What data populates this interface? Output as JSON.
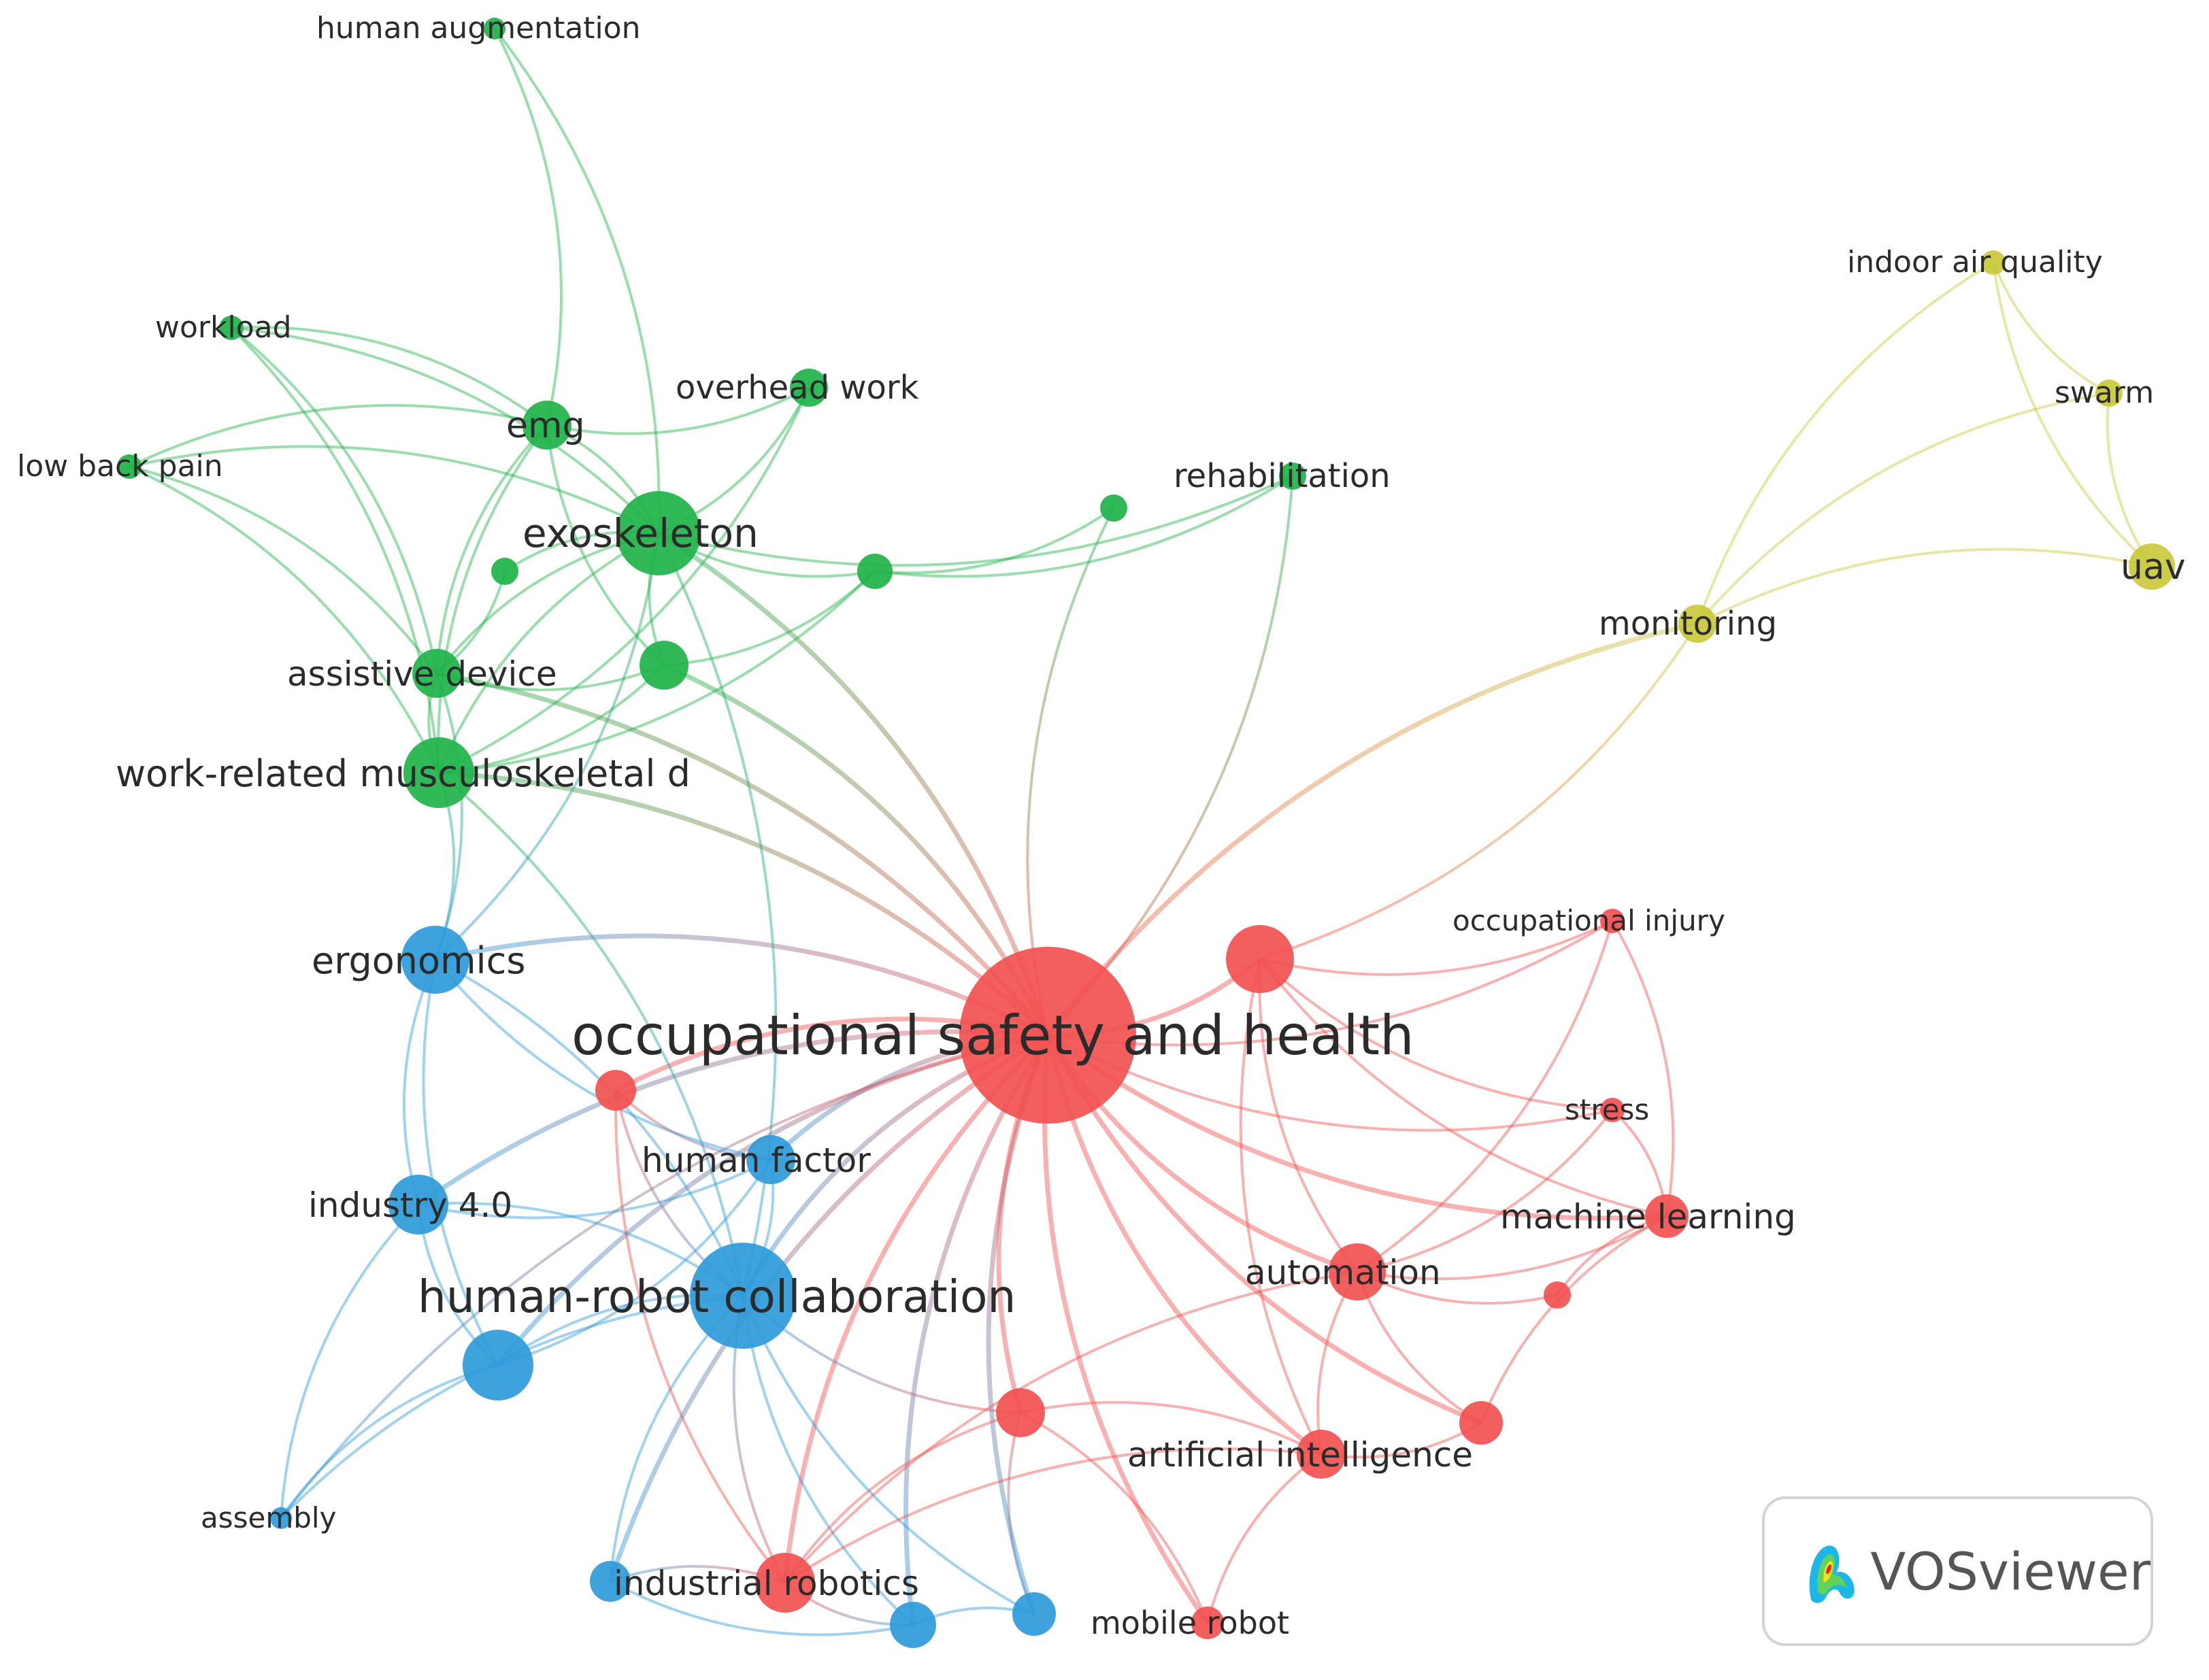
{
  "clusters": {
    "red": {
      "color": "#f25050"
    },
    "green": {
      "color": "#1fb34a"
    },
    "blue": {
      "color": "#2e9ad9"
    },
    "yellow": {
      "color": "#c9c93a"
    }
  },
  "nodes": [
    {
      "id": "osh",
      "label": "occupational safety and health",
      "cluster": "red",
      "weight": 10
    },
    {
      "id": "hrc",
      "label": "human-robot collaboration",
      "cluster": "blue",
      "weight": 7
    },
    {
      "id": "exo",
      "label": "exoskeleton",
      "cluster": "green",
      "weight": 6
    },
    {
      "id": "wmsd",
      "label": "work-related musculoskeletal d",
      "cluster": "green",
      "weight": 5
    },
    {
      "id": "ergo",
      "label": "ergonomics",
      "cluster": "blue",
      "weight": 5
    },
    {
      "id": "ind4",
      "label": "industry 4.0",
      "cluster": "blue",
      "weight": 4
    },
    {
      "id": "hf",
      "label": "human factor",
      "cluster": "blue",
      "weight": 3
    },
    {
      "id": "blue_big",
      "label": "",
      "cluster": "blue",
      "weight": 5
    },
    {
      "id": "asm",
      "label": "assembly",
      "cluster": "blue",
      "weight": 1
    },
    {
      "id": "blue_a",
      "label": "",
      "cluster": "blue",
      "weight": 2
    },
    {
      "id": "blue_b",
      "label": "",
      "cluster": "blue",
      "weight": 3
    },
    {
      "id": "blue_c",
      "label": "",
      "cluster": "blue",
      "weight": 3
    },
    {
      "id": "emg",
      "label": "emg",
      "cluster": "green",
      "weight": 3
    },
    {
      "id": "ohw",
      "label": "overhead work",
      "cluster": "green",
      "weight": 2
    },
    {
      "id": "ad",
      "label": "assistive device",
      "cluster": "green",
      "weight": 3
    },
    {
      "id": "wl",
      "label": "workload",
      "cluster": "green",
      "weight": 1
    },
    {
      "id": "lbp",
      "label": "low back pain",
      "cluster": "green",
      "weight": 1
    },
    {
      "id": "ha",
      "label": "human augmentation",
      "cluster": "green",
      "weight": 1
    },
    {
      "id": "rehab",
      "label": "rehabilitation",
      "cluster": "green",
      "weight": 1
    },
    {
      "id": "g1",
      "label": "",
      "cluster": "green",
      "weight": 1
    },
    {
      "id": "g2",
      "label": "",
      "cluster": "green",
      "weight": 2
    },
    {
      "id": "g3",
      "label": "",
      "cluster": "green",
      "weight": 3
    },
    {
      "id": "g4",
      "label": "",
      "cluster": "green",
      "weight": 1
    },
    {
      "id": "r_big",
      "label": "",
      "cluster": "red",
      "weight": 5
    },
    {
      "id": "oi",
      "label": "occupational injury",
      "cluster": "red",
      "weight": 1
    },
    {
      "id": "stress",
      "label": "stress",
      "cluster": "red",
      "weight": 1
    },
    {
      "id": "ml",
      "label": "machine learning",
      "cluster": "red",
      "weight": 3
    },
    {
      "id": "auto",
      "label": "automation",
      "cluster": "red",
      "weight": 4
    },
    {
      "id": "r_sm",
      "label": "",
      "cluster": "red",
      "weight": 1
    },
    {
      "id": "ai",
      "label": "artificial intelligence",
      "cluster": "red",
      "weight": 3
    },
    {
      "id": "r_ai2",
      "label": "",
      "cluster": "red",
      "weight": 3
    },
    {
      "id": "r_mid",
      "label": "",
      "cluster": "red",
      "weight": 3
    },
    {
      "id": "r_left",
      "label": "",
      "cluster": "red",
      "weight": 2
    },
    {
      "id": "ir",
      "label": "industrial robotics",
      "cluster": "red",
      "weight": 4
    },
    {
      "id": "mr",
      "label": "mobile robot",
      "cluster": "red",
      "weight": 1
    },
    {
      "id": "iaq",
      "label": "indoor air quality",
      "cluster": "yellow",
      "weight": 1
    },
    {
      "id": "swarm",
      "label": "swarm",
      "cluster": "yellow",
      "weight": 1
    },
    {
      "id": "uav",
      "label": "uav",
      "cluster": "yellow",
      "weight": 3
    },
    {
      "id": "mon",
      "label": "monitoring",
      "cluster": "yellow",
      "weight": 2
    }
  ],
  "edges": [
    [
      "osh",
      "hrc"
    ],
    [
      "osh",
      "exo"
    ],
    [
      "osh",
      "wmsd"
    ],
    [
      "osh",
      "ergo"
    ],
    [
      "osh",
      "ind4"
    ],
    [
      "osh",
      "hf"
    ],
    [
      "osh",
      "blue_big"
    ],
    [
      "osh",
      "r_big"
    ],
    [
      "osh",
      "oi"
    ],
    [
      "osh",
      "stress"
    ],
    [
      "osh",
      "ml"
    ],
    [
      "osh",
      "auto"
    ],
    [
      "osh",
      "ai"
    ],
    [
      "osh",
      "r_ai2"
    ],
    [
      "osh",
      "r_mid"
    ],
    [
      "osh",
      "r_left"
    ],
    [
      "osh",
      "ir"
    ],
    [
      "osh",
      "mr"
    ],
    [
      "osh",
      "rehab"
    ],
    [
      "osh",
      "g3"
    ],
    [
      "osh",
      "ad"
    ],
    [
      "osh",
      "blue_a"
    ],
    [
      "osh",
      "blue_b"
    ],
    [
      "osh",
      "blue_c"
    ],
    [
      "osh",
      "asm"
    ],
    [
      "hrc",
      "ergo"
    ],
    [
      "hrc",
      "ind4"
    ],
    [
      "hrc",
      "hf"
    ],
    [
      "hrc",
      "blue_big"
    ],
    [
      "hrc",
      "ir"
    ],
    [
      "hrc",
      "r_mid"
    ],
    [
      "hrc",
      "blue_a"
    ],
    [
      "hrc",
      "blue_b"
    ],
    [
      "hrc",
      "blue_c"
    ],
    [
      "hrc",
      "exo"
    ],
    [
      "hrc",
      "wmsd"
    ],
    [
      "hrc",
      "asm"
    ],
    [
      "ergo",
      "ind4"
    ],
    [
      "ergo",
      "wmsd"
    ],
    [
      "ergo",
      "blue_big"
    ],
    [
      "ergo",
      "exo"
    ],
    [
      "ergo",
      "hf"
    ],
    [
      "ergo",
      "ad"
    ],
    [
      "ind4",
      "blue_big"
    ],
    [
      "ind4",
      "asm"
    ],
    [
      "ind4",
      "hf"
    ],
    [
      "blue_big",
      "asm"
    ],
    [
      "blue_big",
      "hf"
    ],
    [
      "exo",
      "wmsd"
    ],
    [
      "exo",
      "emg"
    ],
    [
      "exo",
      "ohw"
    ],
    [
      "exo",
      "ad"
    ],
    [
      "exo",
      "g1"
    ],
    [
      "exo",
      "g2"
    ],
    [
      "exo",
      "g3"
    ],
    [
      "exo",
      "ha"
    ],
    [
      "exo",
      "wl"
    ],
    [
      "exo",
      "lbp"
    ],
    [
      "exo",
      "rehab"
    ],
    [
      "emg",
      "wmsd"
    ],
    [
      "emg",
      "ad"
    ],
    [
      "emg",
      "wl"
    ],
    [
      "emg",
      "lbp"
    ],
    [
      "emg",
      "ha"
    ],
    [
      "emg",
      "g3"
    ],
    [
      "emg",
      "ohw"
    ],
    [
      "ad",
      "wmsd"
    ],
    [
      "ad",
      "g3"
    ],
    [
      "ad",
      "lbp"
    ],
    [
      "ad",
      "wl"
    ],
    [
      "ad",
      "g1"
    ],
    [
      "wmsd",
      "g3"
    ],
    [
      "wmsd",
      "g2"
    ],
    [
      "wmsd",
      "lbp"
    ],
    [
      "wmsd",
      "wl"
    ],
    [
      "wmsd",
      "ohw"
    ],
    [
      "g2",
      "g4"
    ],
    [
      "g2",
      "rehab"
    ],
    [
      "g3",
      "g2"
    ],
    [
      "g4",
      "osh"
    ],
    [
      "r_big",
      "oi"
    ],
    [
      "r_big",
      "stress"
    ],
    [
      "r_big",
      "ml"
    ],
    [
      "r_big",
      "auto"
    ],
    [
      "r_big",
      "ai"
    ],
    [
      "r_big",
      "mon"
    ],
    [
      "auto",
      "ml"
    ],
    [
      "auto",
      "ai"
    ],
    [
      "auto",
      "r_ai2"
    ],
    [
      "auto",
      "r_sm"
    ],
    [
      "auto",
      "stress"
    ],
    [
      "auto",
      "oi"
    ],
    [
      "auto",
      "ir"
    ],
    [
      "ml",
      "r_sm"
    ],
    [
      "ml",
      "r_ai2"
    ],
    [
      "ml",
      "stress"
    ],
    [
      "ml",
      "oi"
    ],
    [
      "ai",
      "r_ai2"
    ],
    [
      "ai",
      "mr"
    ],
    [
      "ai",
      "ir"
    ],
    [
      "ai",
      "r_mid"
    ],
    [
      "r_mid",
      "ir"
    ],
    [
      "r_mid",
      "blue_c"
    ],
    [
      "r_left",
      "ir"
    ],
    [
      "r_left",
      "hf"
    ],
    [
      "r_left",
      "hrc"
    ],
    [
      "ir",
      "blue_a"
    ],
    [
      "ir",
      "blue_b"
    ],
    [
      "mr",
      "r_mid"
    ],
    [
      "blue_c",
      "blue_b"
    ],
    [
      "blue_a",
      "blue_b"
    ],
    [
      "iaq",
      "swarm"
    ],
    [
      "iaq",
      "uav"
    ],
    [
      "iaq",
      "mon"
    ],
    [
      "swarm",
      "uav"
    ],
    [
      "swarm",
      "mon"
    ],
    [
      "uav",
      "mon"
    ],
    [
      "mon",
      "osh"
    ]
  ],
  "brand": {
    "name": "VOSviewer"
  }
}
